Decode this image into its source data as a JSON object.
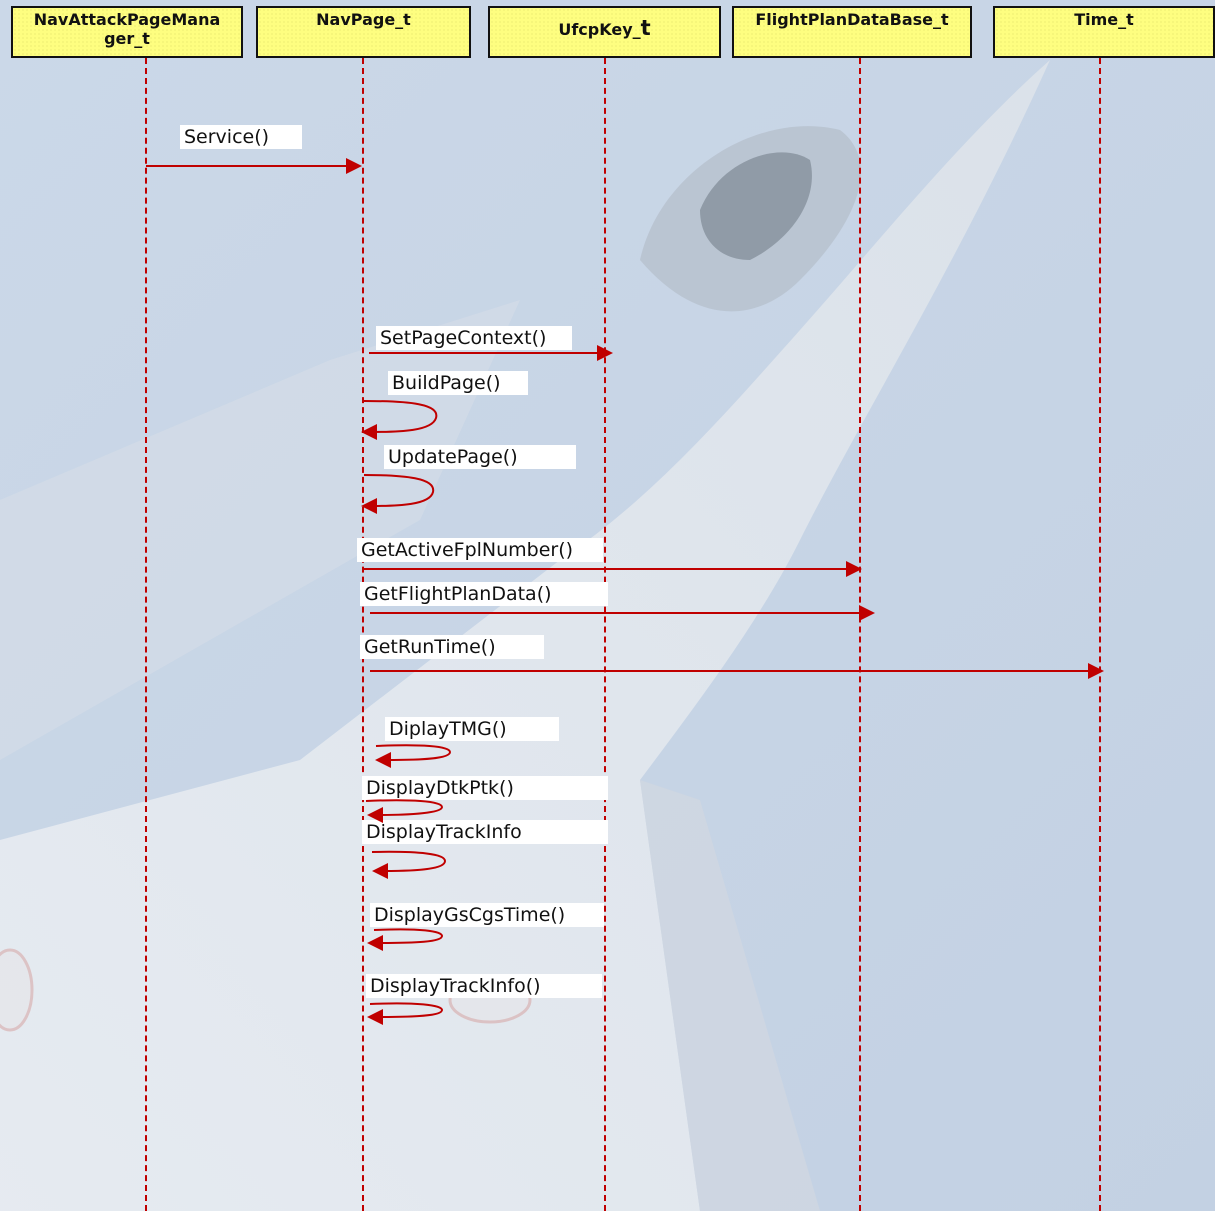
{
  "lifelines": [
    {
      "id": "manager",
      "name_line1": "NavAttackPageMana",
      "name_line2": "ger_t"
    },
    {
      "id": "navpage",
      "name": "NavPage_t"
    },
    {
      "id": "ufcp",
      "name_prefix": "UfcpKey_",
      "name_suffix": "t"
    },
    {
      "id": "fpdb",
      "name": "FlightPlanDataBase_t"
    },
    {
      "id": "time",
      "name": "Time_t"
    }
  ],
  "messages": [
    {
      "label": "Service()",
      "from": "manager",
      "to": "navpage",
      "self": false
    },
    {
      "label": "SetPageContext()",
      "from": "navpage",
      "to": "ufcp",
      "self": false
    },
    {
      "label": "BuildPage()",
      "from": "navpage",
      "to": "navpage",
      "self": true
    },
    {
      "label": "UpdatePage()",
      "from": "navpage",
      "to": "navpage",
      "self": true
    },
    {
      "label": "GetActiveFplNumber()",
      "from": "navpage",
      "to": "fpdb",
      "self": false
    },
    {
      "label": "GetFlightPlanData()",
      "from": "navpage",
      "to": "fpdb",
      "self": false
    },
    {
      "label": "GetRunTime()",
      "from": "navpage",
      "to": "time",
      "self": false
    },
    {
      "label": "DiplayTMG()",
      "from": "navpage",
      "to": "navpage",
      "self": true
    },
    {
      "label": "DisplayDtkPtk()",
      "from": "navpage",
      "to": "navpage",
      "self": true
    },
    {
      "label": "DisplayTrackInfo",
      "from": "navpage",
      "to": "navpage",
      "self": true
    },
    {
      "label": "DisplayGsCgsTime()",
      "from": "navpage",
      "to": "navpage",
      "self": true
    },
    {
      "label": "DisplayTrackInfo()",
      "from": "navpage",
      "to": "navpage",
      "self": true
    }
  ],
  "colors": {
    "message_line": "#c00000",
    "lifeline_head_fill": "#fefe80",
    "background": "#c9d6e6"
  }
}
